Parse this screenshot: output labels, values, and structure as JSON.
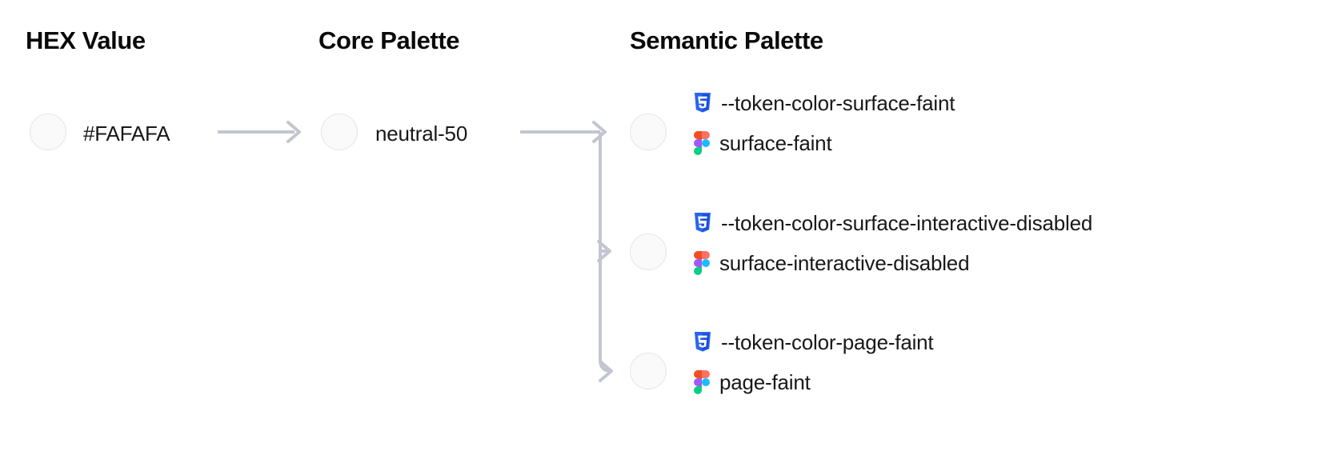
{
  "columns": {
    "hex": "HEX Value",
    "core": "Core Palette",
    "semantic": "Semantic Palette"
  },
  "hex_value": {
    "label": "#FAFAFA",
    "swatch_color": "#FAFAFA"
  },
  "core_value": {
    "label": "neutral-50",
    "swatch_color": "#FAFAFA"
  },
  "semantic_tokens": [
    {
      "css_token": "--token-color-surface-faint",
      "figma_token": "surface-faint",
      "swatch_color": "#FAFAFA",
      "css_icon": "css3-icon",
      "figma_icon": "figma-icon"
    },
    {
      "css_token": "--token-color-surface-interactive-disabled",
      "figma_token": "surface-interactive-disabled",
      "swatch_color": "#FAFAFA",
      "css_icon": "css3-icon",
      "figma_icon": "figma-icon"
    },
    {
      "css_token": "--token-color-page-faint",
      "figma_token": "page-faint",
      "swatch_color": "#FAFAFA",
      "css_icon": "css3-icon",
      "figma_icon": "figma-icon"
    }
  ],
  "theme": {
    "connector_color": "#c3c6cf",
    "swatch_border": "#e6e6ea",
    "text_color": "#18181b",
    "heading_color": "#0a0a0a",
    "css_icon_color": "#2965F1",
    "figma_orange": "#F24E1E",
    "figma_purple": "#A259FF",
    "figma_cyan": "#1ABCFE",
    "figma_green": "#0ACF83",
    "background": "#FFFFFF"
  }
}
